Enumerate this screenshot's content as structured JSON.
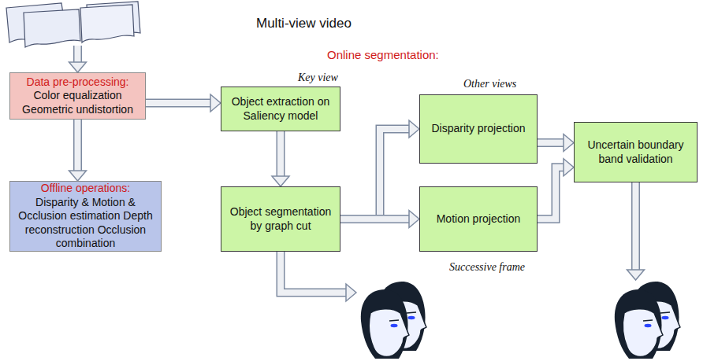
{
  "diagram": {
    "nodes": [
      {
        "text": [
          "Data pre-processing:",
          "Color equalization Geometric undistortion"
        ]
      },
      {
        "text": [
          "Offline operations:",
          "Disparity & Motion & Occlusion estimation Depth reconstruction Occlusion combination"
        ]
      },
      {
        "text": [
          "Online segmentation:"
        ]
      },
      {
        "text": [
          "Object extraction on Saliency model"
        ],
        "in": 2
      },
      {
        "text": [
          "Object segmentation by graph cut"
        ],
        "in": 2
      },
      {
        "text": [
          "Disparity projection"
        ],
        "in": 2
      },
      {
        "text": [
          "Motion projection"
        ],
        "in": 2
      },
      {
        "text": [
          "Uncertain boundary band validation"
        ],
        "in": 2
      }
    ],
    "edges": [
      {
        "from": 0,
        "to": 3,
        "arrow": "to"
      },
      {
        "from": 0,
        "to": 1,
        "arrow": "to"
      },
      {
        "from": 3,
        "to": 4,
        "arrow": "to"
      },
      {
        "from": 4,
        "to": 5,
        "arrow": "to"
      },
      {
        "from": 4,
        "to": 6,
        "arrow": "to"
      },
      {
        "from": 5,
        "to": 7,
        "arrow": "to"
      },
      {
        "from": 6,
        "to": 7,
        "arrow": "to"
      }
    ],
    "labels": [
      "Multi-view video",
      "Key view",
      "Other views",
      "Successive frame"
    ]
  }
}
